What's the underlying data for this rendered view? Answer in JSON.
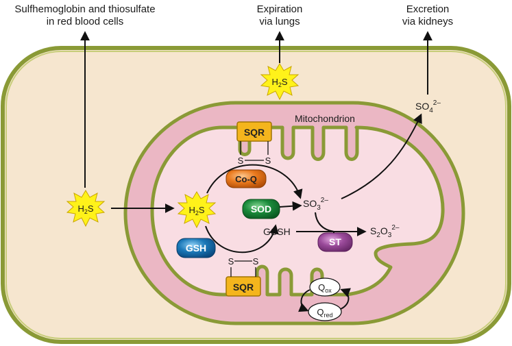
{
  "top_labels": {
    "blood_line1": "Sulfhemoglobin and thiosulfate",
    "blood_line2": "in red blood cells",
    "lungs_line1": "Expiration",
    "lungs_line2": "via lungs",
    "kidneys_line1": "Excretion",
    "kidneys_line2": "via kidneys"
  },
  "organelle_label": "Mitochondrion",
  "molecules": {
    "h2s_base": "H",
    "h2s_sub": "2",
    "h2s_tail": "S",
    "sulfate_base": "SO",
    "sulfate_sub": "4",
    "sulfate_sup": "2–",
    "sulfite_base": "SO",
    "sulfite_sub": "3",
    "sulfite_sup": "2–",
    "thiosulfate_s": "S",
    "thiosulfate_sub1": "2",
    "thiosulfate_o": "O",
    "thiosulfate_sub2": "3",
    "thiosulfate_sup": "2–",
    "gssh": "GSSH",
    "disulfide_s1": "S",
    "disulfide_s2": "S"
  },
  "enzymes": {
    "sqr": "SQR",
    "coq": "Co-Q",
    "sod": "SOD",
    "gsh": "GSH",
    "st": "ST"
  },
  "quinone": {
    "q": "Q",
    "ox_sub": "ox",
    "red_sub": "red"
  },
  "colors": {
    "cell_fill": "#f6e6cf",
    "membrane": "#8a9a36",
    "membrane_light": "#c7cd7a",
    "outer_mito": "#ebb7c4",
    "inner_mito": "#f9dde3",
    "sqr": "#f4b51d",
    "coq": "#ea7a1e",
    "sod": "#1a8a3a",
    "gsh": "#1a78b8",
    "st": "#9a4a9a",
    "starburst": "#fff21a"
  }
}
